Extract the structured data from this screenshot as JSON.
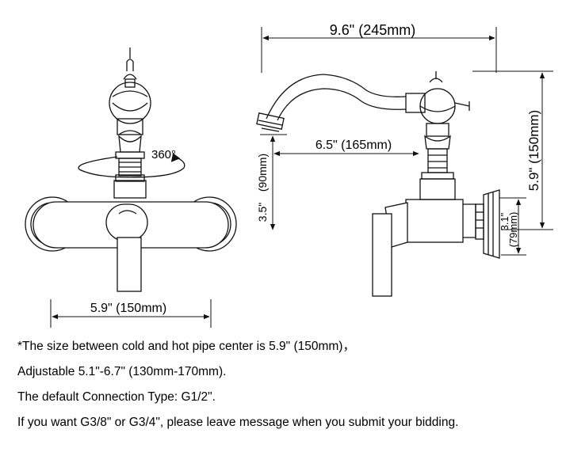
{
  "dimensions": {
    "overall_length": "9.6\" (245mm)",
    "reach": "6.5\" (165mm)",
    "total_height": "5.9\" (150mm)",
    "spout_height_line1": "3.5\"",
    "spout_height_line2": "(90mm)",
    "flange_height_line1": "3.1\"",
    "flange_height_line2": "(79mm)",
    "center_distance": "5.9\" (150mm)",
    "rotation": "360°"
  },
  "notes": [
    "*The size between cold and hot pipe center is 5.9\" (150mm)，",
    "Adjustable 5.1\"-6.7\" (130mm-170mm).",
    "The default Connection Type: G1/2\".",
    "If you want G3/8\" or G3/4\", please leave message when you submit your bidding."
  ],
  "colors": {
    "line": "#111111",
    "background": "#ffffff"
  }
}
